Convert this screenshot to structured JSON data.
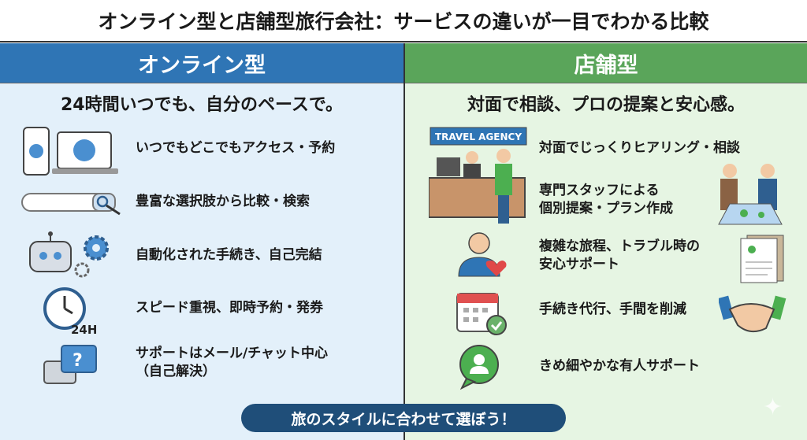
{
  "title": "オンライン型と店舗型旅行会社：サービスの違いが一目でわかる比較",
  "online": {
    "heading": "オンライン型",
    "tagline": "24時間いつでも、自分のペースで。",
    "items": [
      {
        "icon": "devices-icon",
        "lines": [
          "いつでもどこでもアクセス・予約"
        ]
      },
      {
        "icon": "search-bar-icon",
        "lines": [
          "豊富な選択肢から比較・検索"
        ]
      },
      {
        "icon": "robot-gear-icon",
        "lines": [
          "自動化された手続き、自己完結"
        ]
      },
      {
        "icon": "clock-24h-icon",
        "lines": [
          "スピード重視、即時予約・発券"
        ]
      },
      {
        "icon": "chat-question-icon",
        "lines": [
          "サポートはメール/チャット中心",
          "（自己解決）"
        ]
      }
    ],
    "clock_label": "24H",
    "color": "#2f75b5"
  },
  "store": {
    "heading": "店舗型",
    "tagline": "対面で相談、プロの提案と安心感。",
    "agency_sign": "TRAVEL AGENCY",
    "items": [
      {
        "icon": "travel-agency-counter-icon",
        "lines": [
          "対面でじっくりヒアリング・相談"
        ]
      },
      {
        "icon": "handshake-map-icon",
        "lines": [
          "専門スタッフによる",
          "個別提案・プラン作成"
        ]
      },
      {
        "icon": "person-heart-icon",
        "lines": [
          "複雑な旅程、トラブル時の",
          "安心サポート"
        ]
      },
      {
        "icon": "calendar-check-icon",
        "lines": [
          "手続き代行、手間を削減"
        ]
      },
      {
        "icon": "person-chat-icon",
        "lines": [
          "きめ細やかな有人サポート"
        ]
      }
    ],
    "color": "#5aa55a"
  },
  "footer": "旅のスタイルに合わせて選ぼう！"
}
